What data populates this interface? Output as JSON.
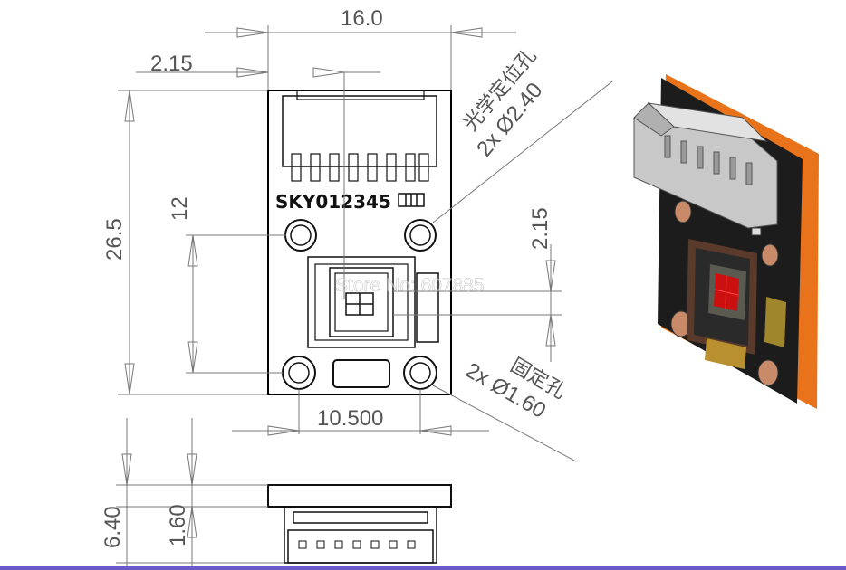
{
  "drawing": {
    "dim_width": "16.0",
    "dim_edge_offset": "2.15",
    "dim_height": "26.5",
    "dim_hole_spacing_v": "12",
    "dim_top_offset": "2.15",
    "dim_mount_spacing": "10.500",
    "dim_total_thickness": "6.40",
    "dim_board_thickness": "1.60",
    "part_label": "SKY012345",
    "callout_locating_title": "光学定位孔",
    "callout_locating_spec": "2x Ø2.40",
    "callout_mount_title": "固定孔",
    "callout_mount_spec": "2x Ø1.60"
  },
  "watermark": "Store No: 607885",
  "colors": {
    "line": "#555555",
    "board_orange": "#e8731a",
    "board_black": "#1a1a1a",
    "copper": "#c98a6a",
    "led_red": "#cc1010",
    "footer_bar": "#6a5acd"
  }
}
